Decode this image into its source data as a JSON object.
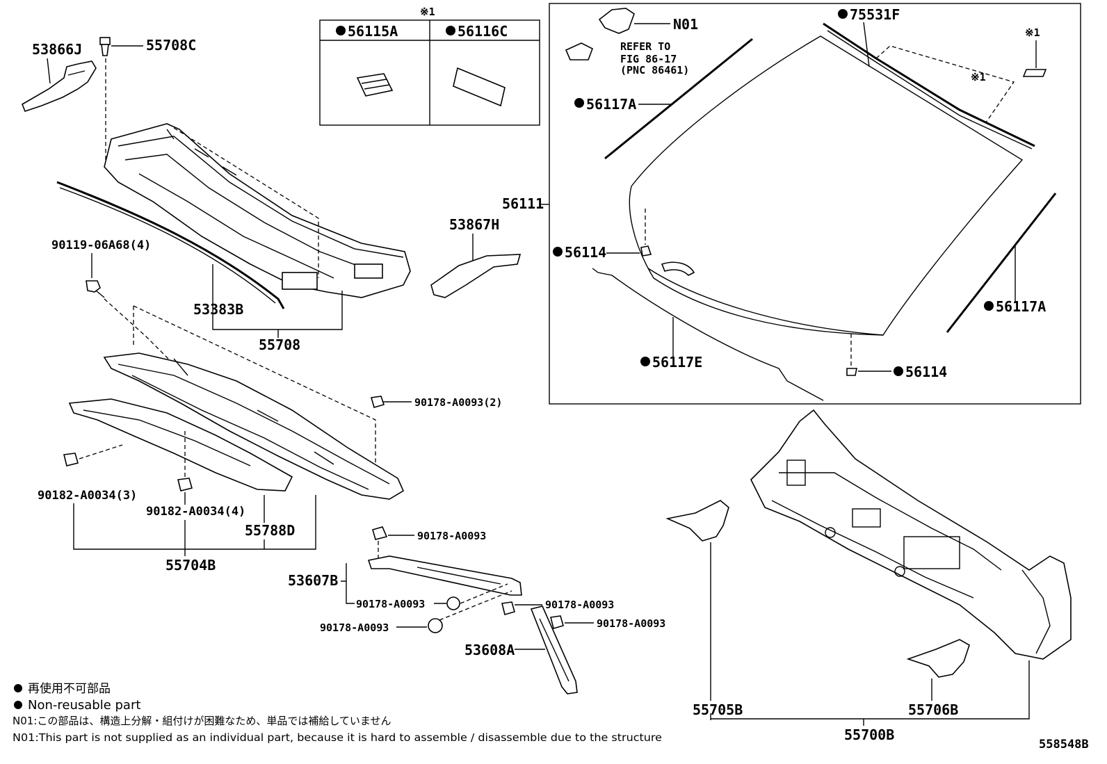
{
  "labels": {
    "p53866J": "53866J",
    "p55708C": "55708C",
    "p56115A": "56115A",
    "p56116C": "56116C",
    "ref_mark_top": "※1",
    "pN01": "N01",
    "refer_line1": "REFER TO",
    "refer_line2": "FIG 86-17",
    "refer_line3": "(PNC 86461)",
    "p75531F": "75531F",
    "ref_mark_right1": "※1",
    "ref_mark_right2": "※1",
    "p56117A_top": "56117A",
    "p56111": "56111",
    "p53867H": "53867H",
    "p90119": "90119-06A68(4)",
    "p56114_left": "56114",
    "p53383B": "53383B",
    "p55708": "55708",
    "p56117A_right": "56117A",
    "p56117E": "56117E",
    "p56114_bottom": "56114",
    "p90178_2": "90178-A0093(2)",
    "p90182_3": "90182-A0034(3)",
    "p90182_4": "90182-A0034(4)",
    "p55788D": "55788D",
    "p55704B": "55704B",
    "p90178_a": "90178-A0093",
    "p53607B": "53607B",
    "p90178_b": "90178-A0093",
    "p90178_c": "90178-A0093",
    "p90178_d": "90178-A0093",
    "p90178_e": "90178-A0093",
    "p53608A": "53608A",
    "p55705B": "55705B",
    "p55706B": "55706B",
    "p55700B": "55700B"
  },
  "legend": {
    "jp": "再使用不可部品",
    "en": "Non-reusable part",
    "note_jp": "N01:この部品は、構造上分解・組付けが困難なため、単品では補給していません",
    "note_en": "N01:This part is not supplied as an individual part, because it is hard to assemble / disassemble due to the structure"
  },
  "figure_id": "558548B"
}
